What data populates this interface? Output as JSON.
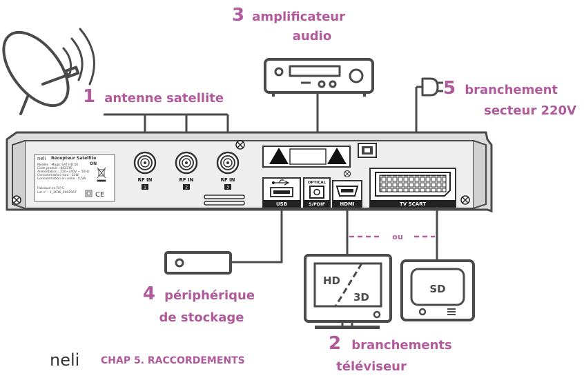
{
  "colors": {
    "accent": "#b05a9c",
    "line": "#4a4a4a",
    "panel": "#e8e8e8"
  },
  "callouts": {
    "antenna": {
      "num": "1",
      "text": "antenne satellite"
    },
    "tv": {
      "num": "2",
      "line1": "branchements",
      "line2": "téléviseur"
    },
    "audio": {
      "num": "3",
      "line1": "amplificateur",
      "line2": "audio"
    },
    "storage": {
      "num": "4",
      "line1": "périphérique",
      "line2": "de stockage"
    },
    "power": {
      "num": "5",
      "line1": "branchement",
      "line2": "secteur 220V"
    }
  },
  "ports": {
    "rf1_label": "RF IN",
    "rf1_num": "1",
    "rf2_label": "RF IN",
    "rf2_num": "2",
    "rf3_label": "RF IN",
    "rf3_num": "3",
    "usb": "USB",
    "optical": "OPTICAL",
    "spdif": "S/PDIF",
    "hdmi": "HDMI",
    "scart": "TV SCART"
  },
  "sticker": {
    "brand": "neli",
    "title": "Récepteur Satellite",
    "on": "ON",
    "lines": [
      "Modèle : Magic SAT HD 50",
      "Code produit : 842370",
      "Alimentation : 220~240V ~ 50Hz",
      "Consommation max : 12W",
      "Consommation en veille : 0,5W"
    ],
    "made": "Fabriqué en R.P.C.",
    "lot": "Lot n° : 1_2016_0002567"
  },
  "tv_hd": {
    "hd": "HD",
    "threed": "3D"
  },
  "tv_sd": {
    "sd": "SD"
  },
  "or_label": "ou",
  "footer": {
    "brand": "neli",
    "chapter": "CHAP 5. RACCORDEMENTS"
  }
}
